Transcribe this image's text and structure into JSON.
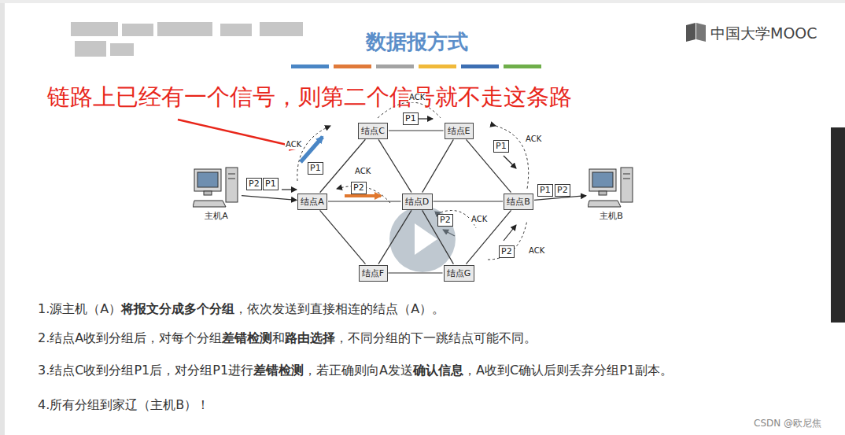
{
  "diagram": {
    "title": "数据报方式",
    "nodes": [
      {
        "text": [
          "主机A"
        ]
      },
      {
        "text": [
          "结点A"
        ]
      },
      {
        "text": [
          "结点C"
        ]
      },
      {
        "text": [
          "结点E"
        ]
      },
      {
        "text": [
          "结点D"
        ]
      },
      {
        "text": [
          "结点B"
        ]
      },
      {
        "text": [
          "结点F"
        ]
      },
      {
        "text": [
          "结点G"
        ]
      },
      {
        "text": [
          "主机B"
        ]
      }
    ],
    "edges": [
      {
        "from": 0,
        "to": 1,
        "arrow": "to"
      },
      {
        "from": 1,
        "to": 2,
        "arrow": "none"
      },
      {
        "from": 1,
        "to": 4,
        "arrow": "none"
      },
      {
        "from": 1,
        "to": 6,
        "arrow": "none"
      },
      {
        "from": 2,
        "to": 3,
        "arrow": "none"
      },
      {
        "from": 2,
        "to": 4,
        "arrow": "none"
      },
      {
        "from": 3,
        "to": 4,
        "arrow": "none"
      },
      {
        "from": 3,
        "to": 5,
        "arrow": "none"
      },
      {
        "from": 4,
        "to": 5,
        "arrow": "none"
      },
      {
        "from": 4,
        "to": 6,
        "arrow": "none"
      },
      {
        "from": 4,
        "to": 7,
        "arrow": "none"
      },
      {
        "from": 6,
        "to": 7,
        "arrow": "none"
      },
      {
        "from": 7,
        "to": 5,
        "arrow": "none"
      },
      {
        "from": 5,
        "to": 8,
        "arrow": "to"
      }
    ],
    "labels": [
      "中国大学MOOC",
      "链路上已经有一个信号，则第二个信号就不走这条路",
      "P2",
      "P1",
      "ACK",
      "P1",
      "ACK",
      "P1",
      "ACK",
      "P2",
      "ACK",
      "P1",
      "P2",
      "ACK",
      "P2",
      "ACK",
      "P1",
      "P2",
      "1.源主机（A）",
      "将报文分成多个分组",
      "，依次发送到直接相连的结点（A）。",
      "2.结点A收到分组后，对每个分组",
      "差错检测",
      "和",
      "路由选择",
      "，不同分组的下一跳结点可能不同。",
      "3.结点C收到分组P1后，对分组P1进行",
      "差错检测",
      "，若正确则向A发送",
      "确认信息",
      "，A收到C确认后则丢弃分组P1副本。",
      "4.所有分组到家辽（主机B）！",
      "CSDN @欧尼焦"
    ]
  }
}
